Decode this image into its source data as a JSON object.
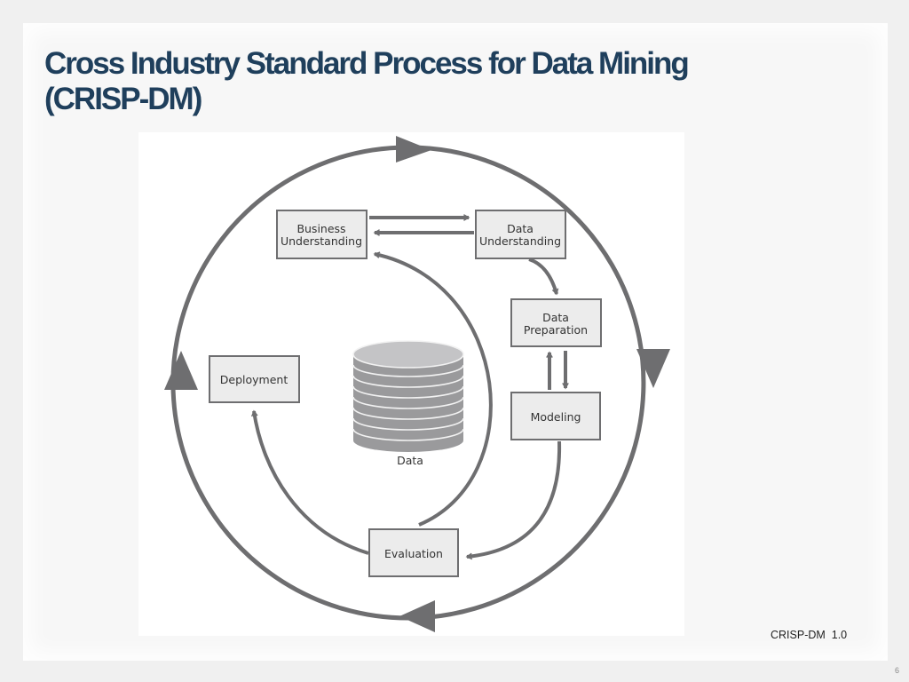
{
  "slide": {
    "title_lines": [
      "Cross Industry Standard Process for Data Mining",
      "(CRISP-DM)"
    ],
    "footer_label": "CRISP-DM  1.0",
    "page_number": "6"
  },
  "diagram": {
    "nodes": {
      "business_understanding": [
        "Business",
        "Understanding"
      ],
      "data_understanding": [
        "Data",
        "Understanding"
      ],
      "data_preparation": [
        "Data",
        "Preparation"
      ],
      "modeling": "Modeling",
      "evaluation": "Evaluation",
      "deployment": "Deployment",
      "data": "Data"
    },
    "colors": {
      "title": "#1f3f5c",
      "outer_cycle": "#6e6e70",
      "box_border": "#6e6e70",
      "box_fill": "#ececec",
      "inner_arrow": "#6e6e70",
      "database_fill": "#9a9a9c",
      "database_lines": "#f2f2f2"
    },
    "edges": [
      {
        "from": "business_understanding",
        "to": "data_understanding"
      },
      {
        "from": "data_understanding",
        "to": "business_understanding"
      },
      {
        "from": "data_understanding",
        "to": "data_preparation"
      },
      {
        "from": "data_preparation",
        "to": "modeling"
      },
      {
        "from": "modeling",
        "to": "data_preparation"
      },
      {
        "from": "modeling",
        "to": "evaluation"
      },
      {
        "from": "evaluation",
        "to": "business_understanding"
      },
      {
        "from": "evaluation",
        "to": "deployment"
      }
    ],
    "outer_cycle_direction": "clockwise"
  }
}
